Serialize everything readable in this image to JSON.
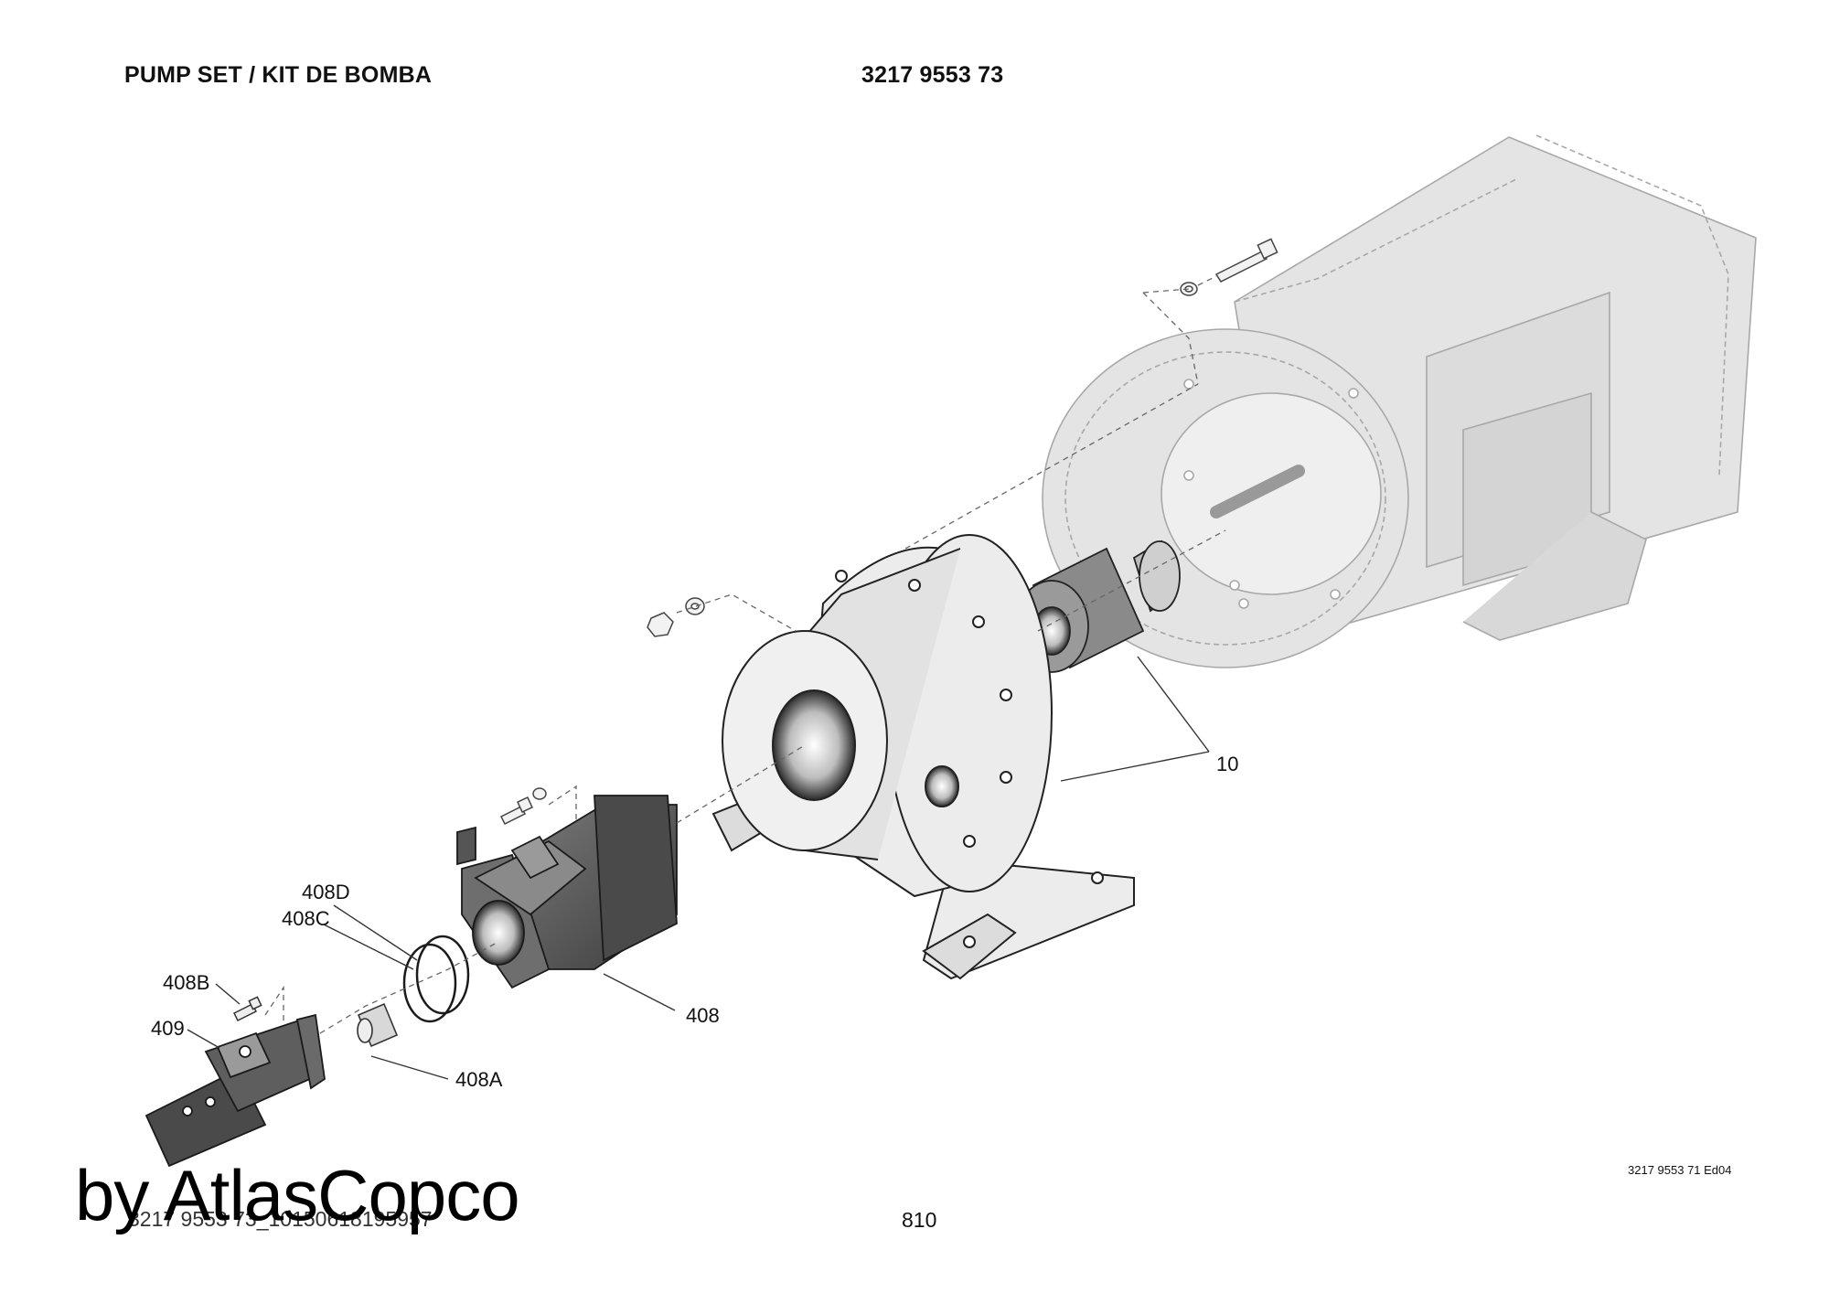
{
  "header": {
    "title": "PUMP SET / KIT DE BOMBA",
    "part_number": "3217 9553 73"
  },
  "callouts": {
    "c10": "10",
    "c408": "408",
    "c408a": "408A",
    "c408b": "408B",
    "c408c": "408C",
    "c408d": "408D",
    "c409": "409"
  },
  "footer": {
    "edition": "3217 9553 71 Ed04",
    "page_number": "810",
    "drawing_code": "3217 9553 73_10150618195957",
    "watermark": "by AtlasCopco"
  },
  "colors": {
    "line": "#222222",
    "motor_fill": "#e4e4e4",
    "motor_stroke": "#b0b0b0",
    "housing_fill": "#ececec",
    "pump_fill": "#5a5a5a",
    "pump_dark": "#3a3a3a"
  }
}
